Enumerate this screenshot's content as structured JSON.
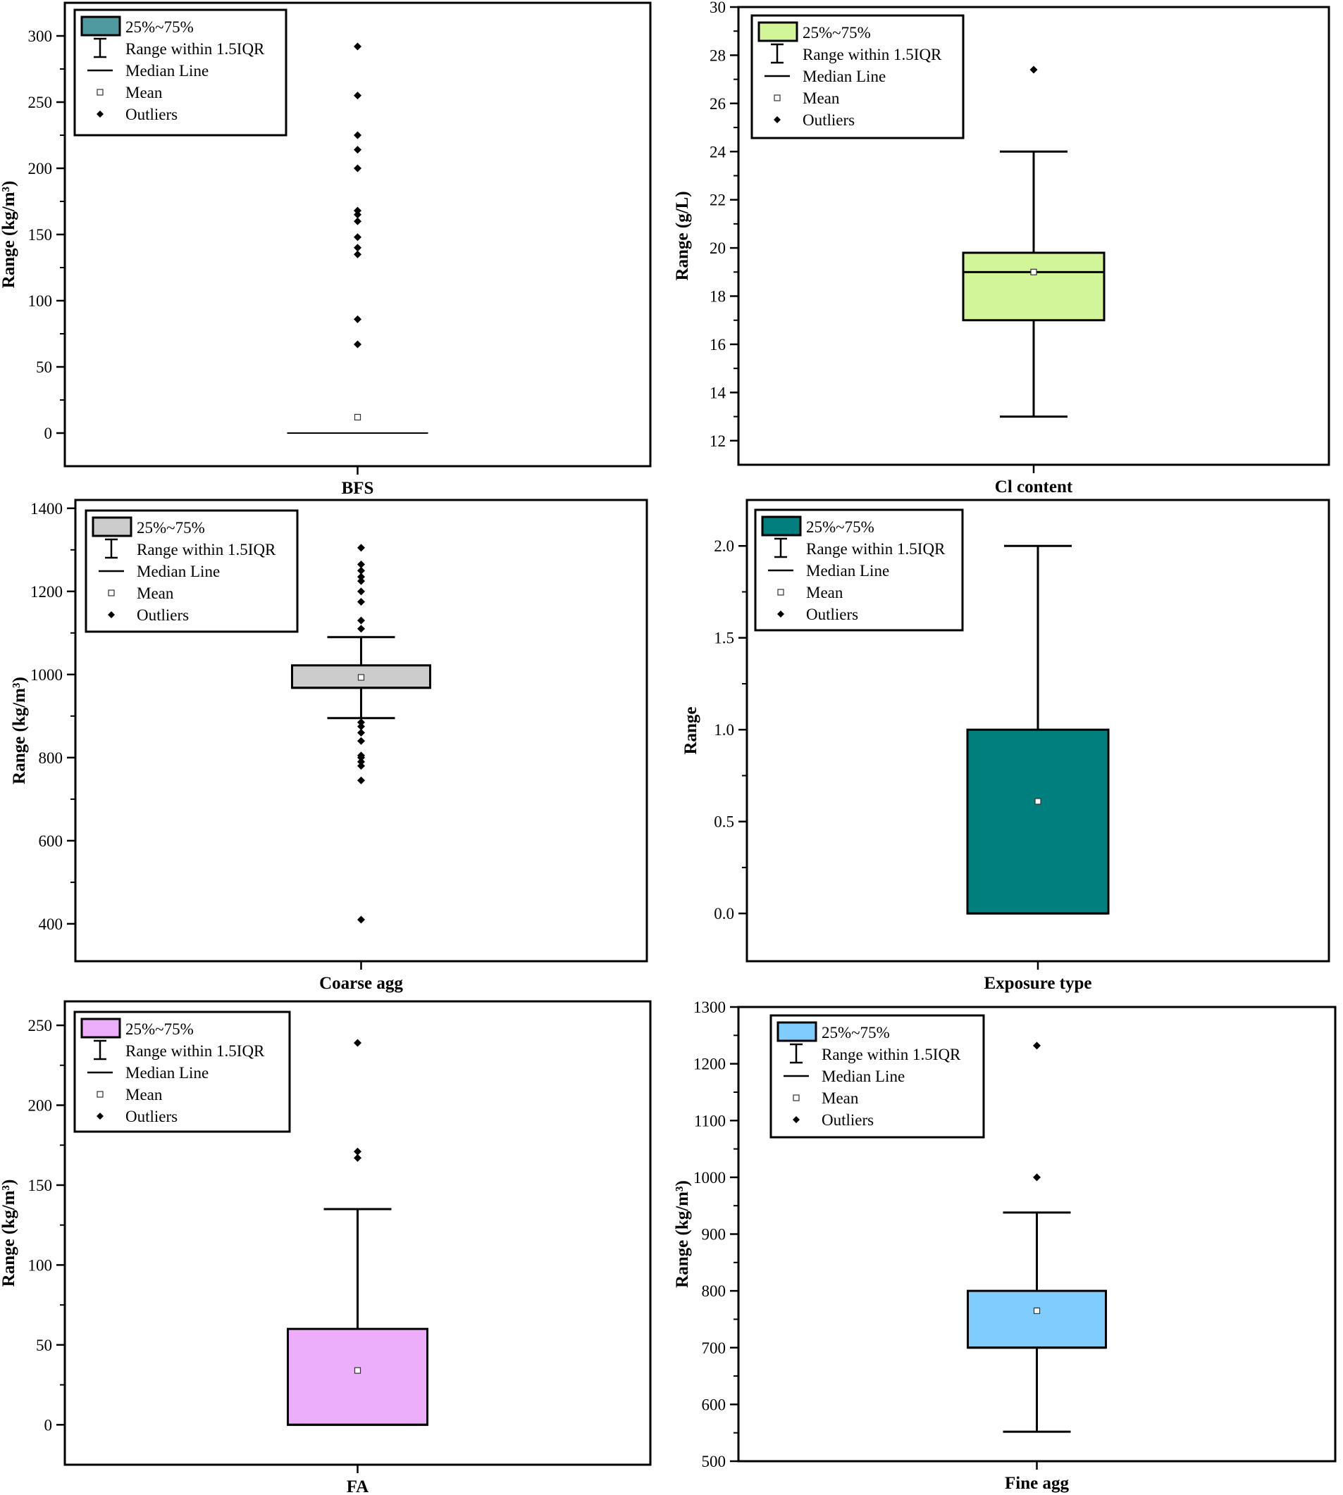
{
  "legend_labels": {
    "box": "25%~75%",
    "range": "Range within 1.5IQR",
    "median": "Median Line",
    "mean": "Mean",
    "outliers": "Outliers"
  },
  "chart_data": [
    {
      "type": "box",
      "xlabel": "BFS",
      "ylabel": "Range (kg/m³)",
      "ylim": [
        -25,
        325
      ],
      "yticks": [
        0,
        50,
        100,
        150,
        200,
        250,
        300
      ],
      "legend_position": "top-left",
      "box_color": "#4f9aa0",
      "box": {
        "q1": 0,
        "q3": 0,
        "median": 0,
        "whisker_low": 0,
        "whisker_high": 0,
        "mean": 12
      },
      "outliers": [
        67,
        86,
        135,
        140,
        148,
        160,
        165,
        168,
        200,
        214,
        225,
        255,
        292
      ]
    },
    {
      "type": "box",
      "xlabel": "Cl content",
      "ylabel": "Range (g/L)",
      "ylim": [
        11,
        30
      ],
      "yticks": [
        12,
        14,
        16,
        18,
        20,
        22,
        24,
        26,
        28,
        30
      ],
      "legend_position": "top-left",
      "box_color": "#d2f598",
      "box": {
        "q1": 17,
        "q3": 19.8,
        "median": 19,
        "whisker_low": 13,
        "whisker_high": 24,
        "mean": 19
      },
      "outliers": [
        27.4
      ]
    },
    {
      "type": "box",
      "xlabel": "Coarse agg",
      "ylabel": "Range (kg/m³)",
      "ylim": [
        310,
        1420
      ],
      "yticks": [
        400,
        600,
        800,
        1000,
        1200,
        1400
      ],
      "legend_position": "top-left",
      "box_color": "#cccccc",
      "box": {
        "q1": 968,
        "q3": 1022,
        "median": 968,
        "whisker_low": 895,
        "whisker_high": 1090,
        "mean": 993
      },
      "outliers": [
        410,
        745,
        780,
        790,
        800,
        805,
        840,
        860,
        875,
        885,
        1110,
        1130,
        1175,
        1200,
        1225,
        1235,
        1250,
        1265,
        1305
      ]
    },
    {
      "type": "box",
      "xlabel": "Exposure type",
      "ylabel": "Range",
      "ylim": [
        -0.26,
        2.25
      ],
      "yticks": [
        0.0,
        0.5,
        1.0,
        1.5,
        2.0
      ],
      "ytick_labels": [
        "0.0",
        "0.5",
        "1.0",
        "1.5",
        "2.0"
      ],
      "legend_position": "top-left",
      "box_color": "#007f7f",
      "box": {
        "q1": 0,
        "q3": 1,
        "median": 0,
        "whisker_low": 0,
        "whisker_high": 2,
        "mean": 0.61
      },
      "outliers": []
    },
    {
      "type": "box",
      "xlabel": "FA",
      "ylabel": "Range (kg/m³)",
      "ylim": [
        -25,
        265
      ],
      "yticks": [
        0,
        50,
        100,
        150,
        200,
        250
      ],
      "legend_position": "top-left",
      "box_color": "#ecadfa",
      "box": {
        "q1": 0,
        "q3": 60,
        "median": 0,
        "whisker_low": 0,
        "whisker_high": 135,
        "mean": 34
      },
      "outliers": [
        167,
        171,
        239
      ]
    },
    {
      "type": "box",
      "xlabel": "Fine agg",
      "ylabel": "Range (kg/m³)",
      "ylim": [
        500,
        1300
      ],
      "yticks": [
        500,
        600,
        700,
        800,
        900,
        1000,
        1100,
        1200,
        1300
      ],
      "legend_position": "top-left",
      "box_color": "#80ccff",
      "box": {
        "q1": 700,
        "q3": 800,
        "median": 700,
        "whisker_low": 552,
        "whisker_high": 938,
        "mean": 765
      },
      "outliers": [
        1000,
        1232
      ]
    }
  ]
}
